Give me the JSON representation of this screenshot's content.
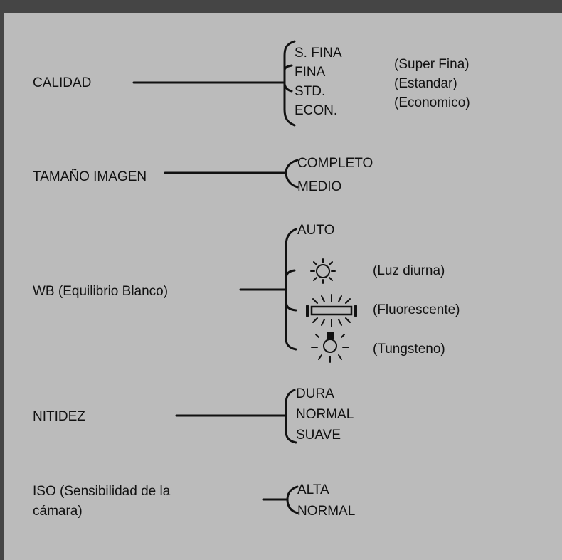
{
  "colors": {
    "background_frame": "#454545",
    "panel": "#bbbbbb",
    "ink": "#111111"
  },
  "groups": {
    "calidad": {
      "label": "CALIDAD",
      "options": [
        "S. FINA",
        "FINA",
        "STD.",
        "ECON."
      ],
      "notes": [
        "(Super Fina)",
        "(Estandar)",
        "(Economico)"
      ]
    },
    "tamano": {
      "label": "TAMAÑO IMAGEN",
      "options": [
        "COMPLETO",
        "MEDIO"
      ]
    },
    "wb": {
      "label": "WB (Equilibrio Blanco)",
      "options": [
        "AUTO"
      ],
      "icons": [
        "sun-icon",
        "fluorescent-icon",
        "tungsten-bulb-icon"
      ],
      "notes": [
        "(Luz diurna)",
        "(Fluorescente)",
        "(Tungsteno)"
      ]
    },
    "nitidez": {
      "label": "NITIDEZ",
      "options": [
        "DURA",
        "NORMAL",
        "SUAVE"
      ]
    },
    "iso": {
      "label_line1": "ISO (Sensibilidad de la",
      "label_line2": "cámara)",
      "options": [
        "ALTA",
        "NORMAL"
      ]
    }
  }
}
